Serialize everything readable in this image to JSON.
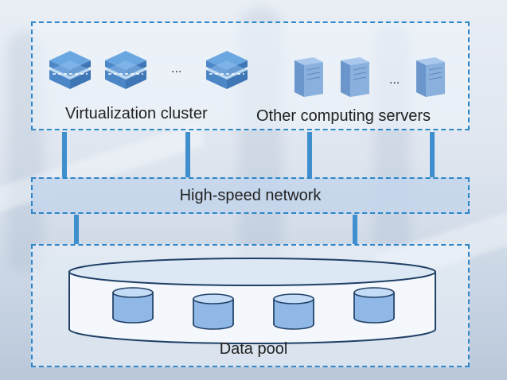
{
  "diagram": {
    "top_group": {
      "cluster_label": "Virtualization cluster",
      "cluster_ellipsis": "...",
      "servers_label": "Other computing servers",
      "servers_ellipsis": "..."
    },
    "network": {
      "label": "High-speed network"
    },
    "storage": {
      "label": "Data pool"
    }
  },
  "colors": {
    "accent": "#2f86c8",
    "connector": "#3f8ecd",
    "network_fill": "#c4d6ec"
  },
  "icons": [
    "virtualization-node-icon",
    "server-tower-icon",
    "storage-cylinder-icon"
  ]
}
